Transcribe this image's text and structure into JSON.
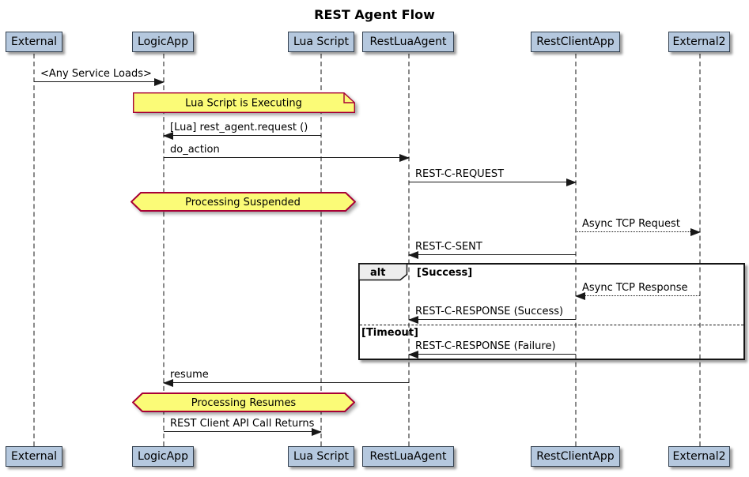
{
  "title": "REST Agent Flow",
  "diagram_type": "sequence",
  "colors": {
    "participant_fill": "#B5C8DE",
    "participant_border": "#33404f",
    "note_fill": "#FBFB77",
    "note_border": "#A80036",
    "arrow_color": "#181818",
    "lifeline_color": "#8a8a8a",
    "alt_border": "#151515",
    "alt_label_fill": "#EDEDED",
    "bg": "#ffffff"
  },
  "participants": [
    {
      "id": "external",
      "label": "External"
    },
    {
      "id": "logicapp",
      "label": "LogicApp"
    },
    {
      "id": "lua-script",
      "label": "Lua Script"
    },
    {
      "id": "restluaagent",
      "label": "RestLuaAgent"
    },
    {
      "id": "restclientapp",
      "label": "RestClientApp"
    },
    {
      "id": "external2",
      "label": "External2"
    }
  ],
  "messages": [
    {
      "from": "External",
      "to": "LogicApp",
      "style": "solid",
      "label": "<Any Service Loads>"
    },
    {
      "from": "Lua Script",
      "to": "LogicApp",
      "style": "solid",
      "label": "[Lua] rest_agent.request ()"
    },
    {
      "from": "LogicApp",
      "to": "RestLuaAgent",
      "style": "solid",
      "label": "do_action"
    },
    {
      "from": "RestLuaAgent",
      "to": "RestClientApp",
      "style": "solid",
      "label": "REST-C-REQUEST"
    },
    {
      "from": "RestClientApp",
      "to": "External2",
      "style": "dotted",
      "label": "Async TCP Request"
    },
    {
      "from": "RestClientApp",
      "to": "RestLuaAgent",
      "style": "solid",
      "label": "REST-C-SENT"
    },
    {
      "from": "External2",
      "to": "RestClientApp",
      "style": "dotted",
      "label": "Async TCP Response"
    },
    {
      "from": "RestClientApp",
      "to": "RestLuaAgent",
      "style": "solid",
      "label": "REST-C-RESPONSE (Success)"
    },
    {
      "from": "RestClientApp",
      "to": "RestLuaAgent",
      "style": "solid",
      "label": "REST-C-RESPONSE (Failure)"
    },
    {
      "from": "RestLuaAgent",
      "to": "LogicApp",
      "style": "solid",
      "label": "resume"
    },
    {
      "from": "LogicApp",
      "to": "Lua Script",
      "style": "solid",
      "label": "REST Client API Call Returns"
    }
  ],
  "notes": [
    {
      "type": "note",
      "label": "Lua Script is Executing"
    },
    {
      "type": "hnote",
      "label": "Processing Suspended"
    },
    {
      "type": "hnote",
      "label": "Processing Resumes"
    }
  ],
  "alt": {
    "operator": "alt",
    "sections": [
      {
        "guard": "[Success]"
      },
      {
        "guard": "[Timeout]"
      }
    ]
  }
}
